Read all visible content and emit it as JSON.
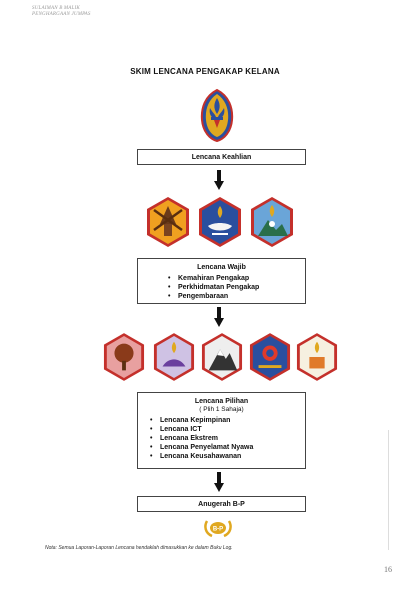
{
  "header": {
    "line1": "SULAIMAN B MALIK",
    "line2": "PENGHARGAAN JUMPAS"
  },
  "title": "SKIM LENCANA PENGAKAP KELANA",
  "box_keahlian": {
    "label": "Lencana Keahlian"
  },
  "box_wajib": {
    "heading": "Lencana Wajib",
    "items": [
      "Kemahiran Pengakap",
      "Perkhidmatan Pengakap",
      "Pengembaraan"
    ]
  },
  "box_pilihan": {
    "heading": "Lencana Pilihan",
    "subheading": "( Plih 1 Sahaja)",
    "items": [
      "Lencana Kepimpinan",
      "Lencana ICT",
      "Lencana Ekstrem",
      "Lencana Penyelamat Nyawa",
      "Lencana Keusahawanan"
    ]
  },
  "box_anugerah": {
    "label": "Anugerah B-P"
  },
  "award_emblem": {
    "text": "B-P"
  },
  "note": "Nota: Semua Laporan-Laporan Lencana hendaklah dimasukkan ke dalam Buku Log.",
  "page_number": "16",
  "colors": {
    "badge_border": "#c4302b",
    "badge_blue": "#2a4f9e",
    "gold": "#e0a820",
    "arrow": "#111111"
  },
  "icons": {
    "top": "scout-fleur-de-lis-emblem-icon",
    "mandatory_row": [
      "windmill-badge-icon",
      "service-badge-icon",
      "explorer-badge-icon"
    ],
    "optional_row": [
      "leadership-tree-badge-icon",
      "ict-badge-icon",
      "extreme-badge-icon",
      "lifesaving-badge-icon",
      "entrepreneur-badge-icon"
    ],
    "award": "bp-award-wreath-icon"
  }
}
